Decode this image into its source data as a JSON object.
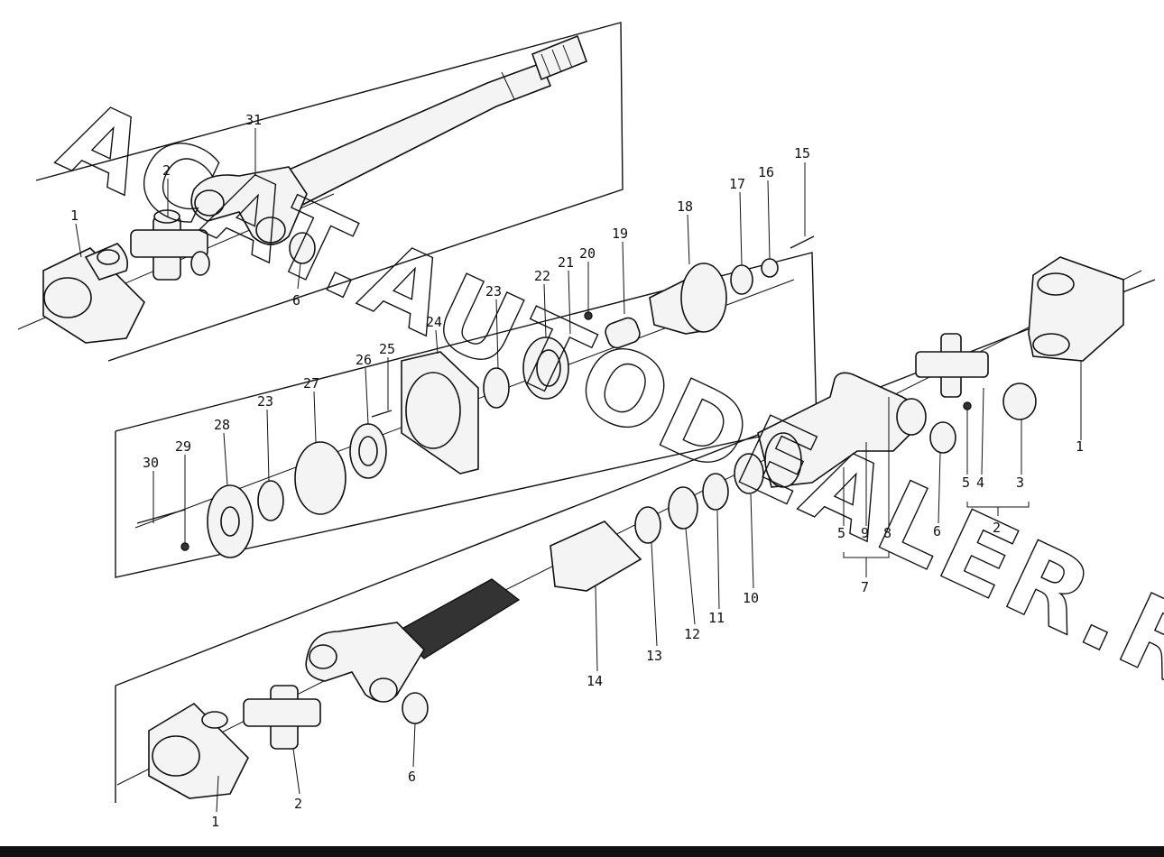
{
  "watermark": "ACAT.AUTODEALER.RU",
  "callouts": {
    "c1_left": "1",
    "c2_top": "2",
    "c31": "31",
    "c6_top": "6",
    "c15": "15",
    "c16": "16",
    "c17": "17",
    "c18": "18",
    "c19": "19",
    "c20": "20",
    "c21": "21",
    "c22": "22",
    "c23a": "23",
    "c24": "24",
    "c25": "25",
    "c26": "26",
    "c27": "27",
    "c23b": "23",
    "c28": "28",
    "c29": "29",
    "c30": "30",
    "c1_right": "1",
    "c3": "3",
    "c4": "4",
    "c5a": "5",
    "c2_right": "2",
    "c6_mid": "6",
    "c5b": "5",
    "c9": "9",
    "c8": "8",
    "c7": "7",
    "c10": "10",
    "c11": "11",
    "c12": "12",
    "c13": "13",
    "c14": "14",
    "c6_bottom": "6",
    "c2_bottom": "2",
    "c1_bottom": "1"
  }
}
